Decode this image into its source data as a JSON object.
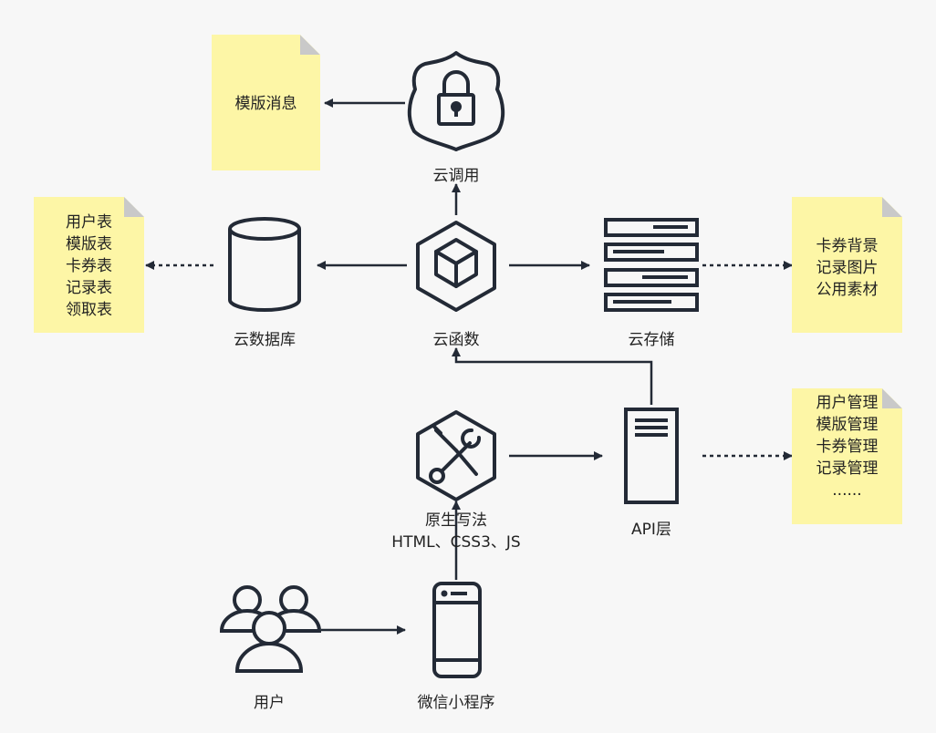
{
  "nodes": {
    "cloud_call": "云调用",
    "cloud_function": "云函数",
    "cloud_database": "云数据库",
    "cloud_storage": "云存储",
    "native_method": "原生写法",
    "native_tech": "HTML、CSS3、JS",
    "api_layer": "API层",
    "user": "用户",
    "mini_program": "微信小程序"
  },
  "notes": {
    "template_message": [
      "模版消息"
    ],
    "database_tables": [
      "用户表",
      "模版表",
      "卡券表",
      "记录表",
      "领取表"
    ],
    "storage_assets": [
      "卡券背景",
      "记录图片",
      "公用素材"
    ],
    "api_management": [
      "用户管理",
      "模版管理",
      "卡券管理",
      "记录管理",
      "......"
    ]
  },
  "colors": {
    "background": "#f7f7f7",
    "icon_stroke": "#232a36",
    "note_fill": "#fdf6a6",
    "note_fold": "#c9c9c9"
  },
  "icons": {
    "cloud_call": "shield-lock-icon",
    "cloud_function": "cube-hexagon-icon",
    "cloud_database": "database-cylinder-icon",
    "cloud_storage": "server-stack-icon",
    "native_method": "tools-hexagon-icon",
    "api_layer": "server-tower-icon",
    "user": "users-group-icon",
    "mini_program": "mobile-phone-icon"
  }
}
